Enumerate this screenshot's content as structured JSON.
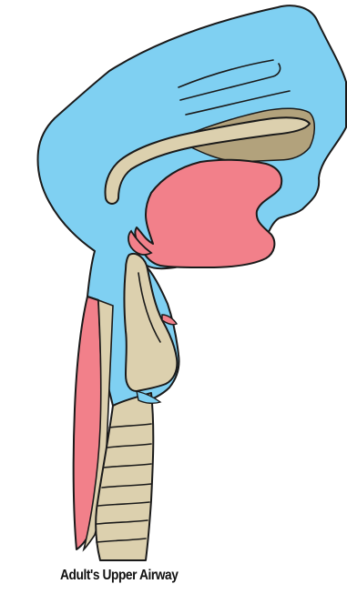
{
  "caption": "Adult's Upper Airway",
  "colors": {
    "airway": "#7fd0f2",
    "soft_tissue": "#f2808a",
    "cartilage_bone": "#dcd0ae",
    "palate_shadow": "#b2a27c",
    "outline": "#1a1a1a"
  },
  "structures": [
    "airway-lumen-region",
    "tongue",
    "hard-palate",
    "soft-palate",
    "epiglottis",
    "posterior-pharyngeal-wall",
    "larynx",
    "trachea-rings"
  ]
}
